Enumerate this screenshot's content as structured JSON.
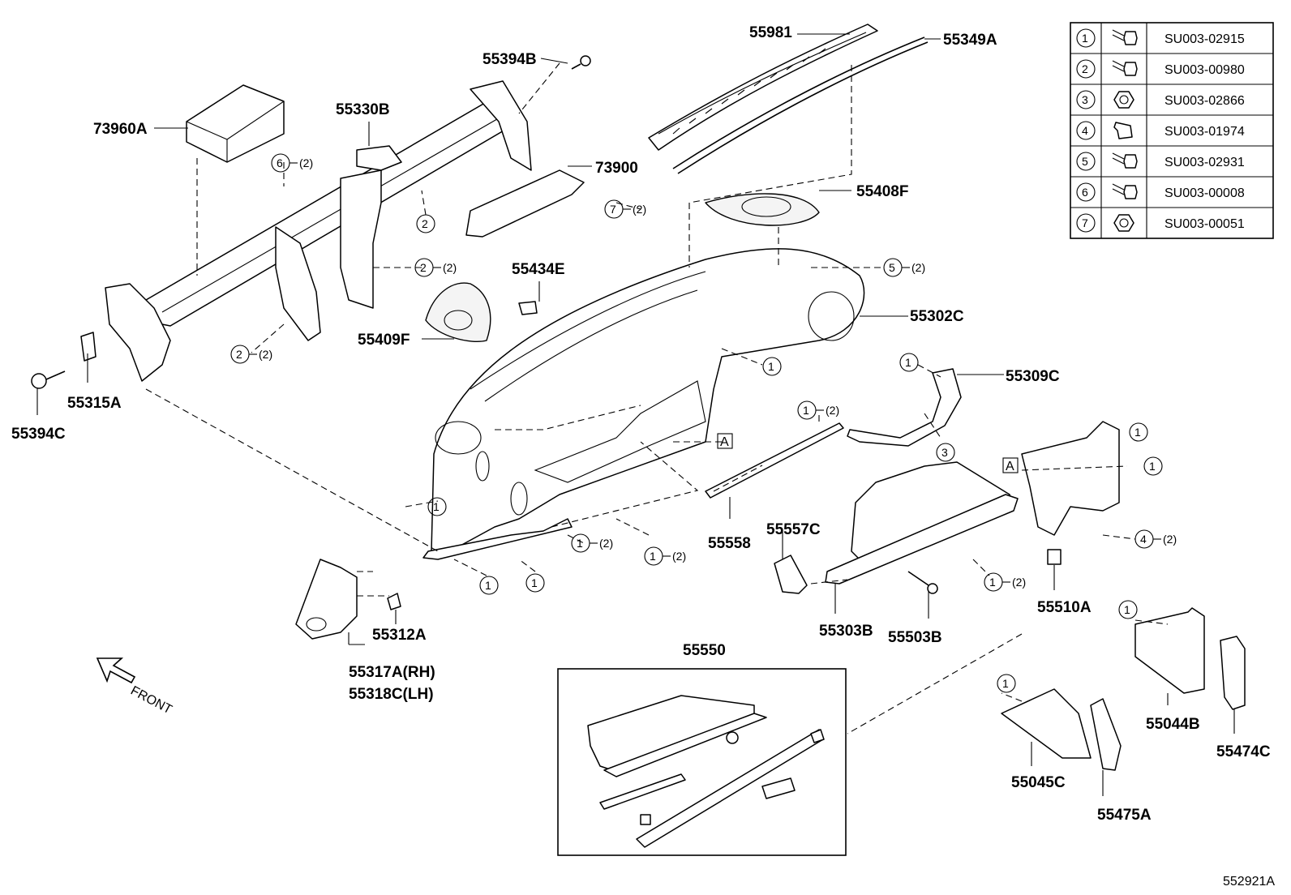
{
  "diagram_id": "552921A",
  "front_label": "FRONT",
  "ref_box_label": "A",
  "labels": {
    "p55981": "55981",
    "p55349A": "55349A",
    "p55394B": "55394B",
    "p55330B": "55330B",
    "p73960A": "73960A",
    "p73900": "73900",
    "p55408F": "55408F",
    "p55434E": "55434E",
    "p55302C": "55302C",
    "p55409F": "55409F",
    "p55315A": "55315A",
    "p55394C": "55394C",
    "p55309C": "55309C",
    "p55558": "55558",
    "p55557C": "55557C",
    "p55312A": "55312A",
    "p55317A": "55317A(RH)",
    "p55318C": "55318C(LH)",
    "p55303B": "55303B",
    "p55503B": "55503B",
    "p55510A": "55510A",
    "p55550": "55550",
    "p55044B": "55044B",
    "p55474C": "55474C",
    "p55045C": "55045C",
    "p55475A": "55475A"
  },
  "callouts": {
    "qty2": "(2)",
    "n1": "1",
    "n2": "2",
    "n3": "3",
    "n4": "4",
    "n5": "5",
    "n6": "6",
    "n7": "7"
  },
  "fastener_legend": [
    {
      "num": "1",
      "icon": "bolt-icon",
      "part": "SU003-02915"
    },
    {
      "num": "2",
      "icon": "bolt-icon",
      "part": "SU003-00980"
    },
    {
      "num": "3",
      "icon": "nut-icon",
      "part": "SU003-02866"
    },
    {
      "num": "4",
      "icon": "clip-icon",
      "part": "SU003-01974"
    },
    {
      "num": "5",
      "icon": "bolt-icon",
      "part": "SU003-02931"
    },
    {
      "num": "6",
      "icon": "bolt-icon",
      "part": "SU003-00008"
    },
    {
      "num": "7",
      "icon": "nut-icon",
      "part": "SU003-00051"
    }
  ]
}
